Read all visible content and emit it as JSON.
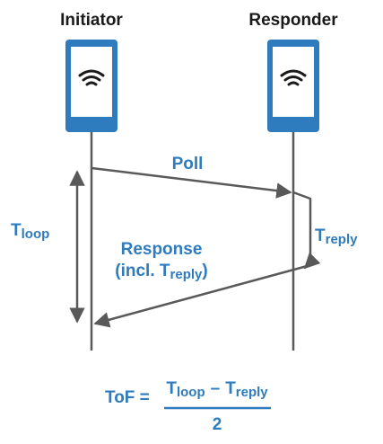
{
  "colors": {
    "blue": "#2e7bbd",
    "gray": "#595959",
    "black": "#1a1a1a",
    "white": "#ffffff"
  },
  "devices": {
    "initiator": {
      "label": "Initiator",
      "icon": "wifi-icon"
    },
    "responder": {
      "label": "Responder",
      "icon": "wifi-icon"
    }
  },
  "messages": {
    "poll": "Poll",
    "response_line1": "Response",
    "response_line2_prefix": "(incl. T",
    "response_line2_sub": "reply",
    "response_line2_suffix": ")"
  },
  "intervals": {
    "tloop": {
      "base": "T",
      "sub": "loop"
    },
    "treply": {
      "base": "T",
      "sub": "reply"
    }
  },
  "formula": {
    "lhs": "ToF =",
    "num_t1": "T",
    "num_sub1": "loop",
    "minus": "–",
    "num_t2": "T",
    "num_sub2": "reply",
    "denominator": "2"
  }
}
